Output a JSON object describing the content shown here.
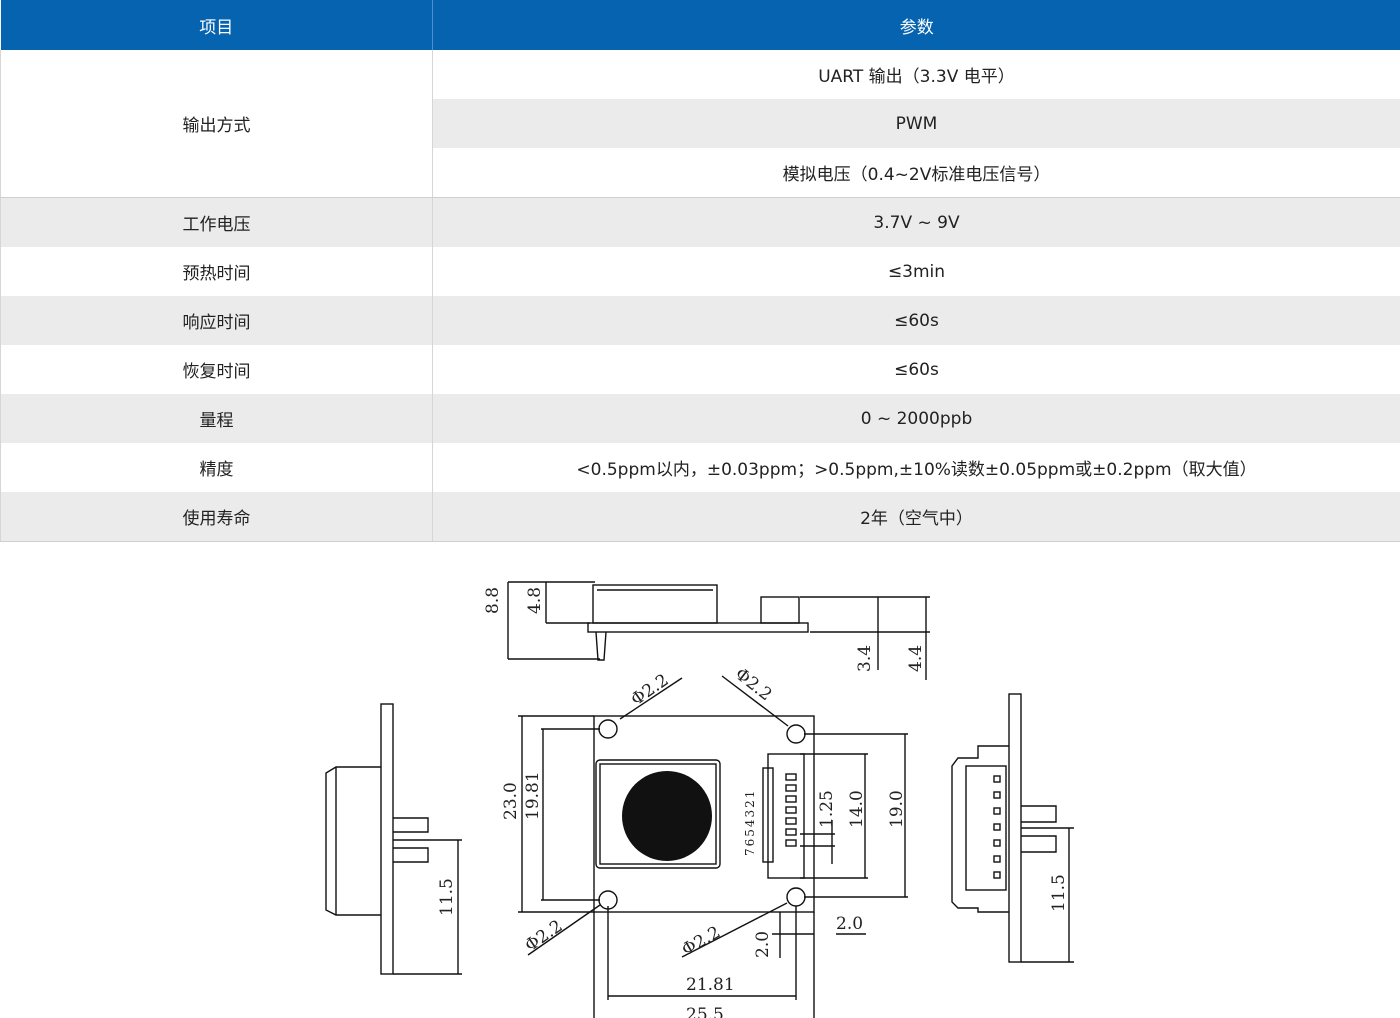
{
  "table": {
    "headers": [
      "项目",
      "参数"
    ],
    "output_mode": {
      "label": "输出方式",
      "values": [
        "UART 输出（3.3V 电平）",
        "PWM",
        "模拟电压（0.4~2V标准电压信号）"
      ]
    },
    "rows": [
      {
        "label": "工作电压",
        "value": "3.7V ~ 9V"
      },
      {
        "label": "预热时间",
        "value": "≤3min"
      },
      {
        "label": "响应时间",
        "value": "≤60s"
      },
      {
        "label": "恢复时间",
        "value": "≤60s"
      },
      {
        "label": "量程",
        "value": "0 ~ 2000ppb"
      },
      {
        "label": "精度",
        "value": "<0.5ppm以内，±0.03ppm；>0.5ppm,±10%读数±0.05ppm或±0.2ppm（取大值）"
      },
      {
        "label": "使用寿命",
        "value": "2年（空气中）"
      }
    ]
  },
  "drawing": {
    "dims": {
      "h8_8": "8.8",
      "h4_8": "4.8",
      "h3_4": "3.4",
      "h4_4": "4.4",
      "hole_tl": "Φ2.2",
      "hole_tr": "Φ2.2",
      "hole_bl": "Φ2.2",
      "hole_br": "Φ2.2",
      "height_23": "23.0",
      "height_19_81": "19.81",
      "pitch_1_25": "1.25",
      "h14": "14.0",
      "h19": "19.0",
      "left_11_5": "11.5",
      "right_11_5": "11.5",
      "w21_81": "21.81",
      "w25_5": "25.5",
      "d2_0a": "2.0",
      "d2_0b": "2.0",
      "pins": "7654321"
    }
  }
}
